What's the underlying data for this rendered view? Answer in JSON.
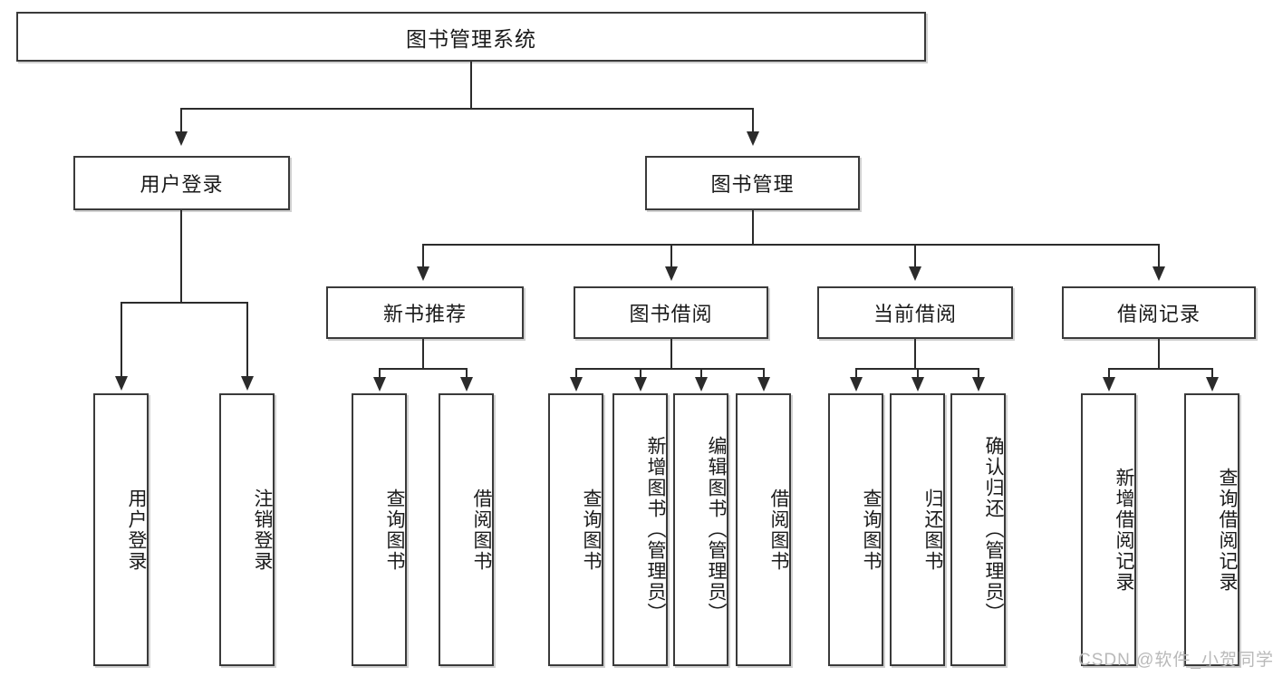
{
  "diagram": {
    "title": "图书管理系统",
    "type": "tree-hierarchy-chart",
    "root": {
      "label": "图书管理系统"
    },
    "level2": [
      {
        "label": "用户登录"
      },
      {
        "label": "图书管理"
      }
    ],
    "level3": [
      {
        "label": "新书推荐"
      },
      {
        "label": "图书借阅"
      },
      {
        "label": "当前借阅"
      },
      {
        "label": "借阅记录"
      }
    ],
    "leaves": {
      "user_login": [
        {
          "label": "用户登录"
        },
        {
          "label": "注销登录"
        }
      ],
      "new_book_recommend": [
        {
          "label": "查询图书"
        },
        {
          "label": "借阅图书"
        }
      ],
      "book_borrow": [
        {
          "label": "查询图书"
        },
        {
          "label": "新增图书（管理员）"
        },
        {
          "label": "编辑图书（管理员）"
        },
        {
          "label": "借阅图书"
        }
      ],
      "current_borrow": [
        {
          "label": "查询图书"
        },
        {
          "label": "归还图书"
        },
        {
          "label": "确认归还（管理员）"
        }
      ],
      "borrow_record": [
        {
          "label": "新增借阅记录"
        },
        {
          "label": "查询借阅记录"
        }
      ]
    }
  },
  "watermark": {
    "text": "CSDN @软件_小贺同学"
  },
  "colors": {
    "border": "#3a3a3a",
    "line": "#2b2b2b",
    "background": "#ffffff",
    "text": "#1a1a1a",
    "watermark": "#b9b9b9"
  }
}
